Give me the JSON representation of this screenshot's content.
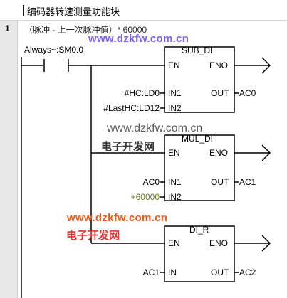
{
  "title": "编码器转速测量功能块",
  "network": {
    "number": "1",
    "comment": "（脉冲 - 上一次脉冲值）* 60000",
    "contact_label": "Always~:SM0.0"
  },
  "blocks": [
    {
      "name": "SUB_DI",
      "en": "EN",
      "eno": "ENO",
      "in1_label": "IN1",
      "in2_label": "IN2",
      "out_label": "OUT",
      "in1_operand": "#HC:LD0",
      "in2_operand": "#LastHC:LD12",
      "out_operand": "AC0"
    },
    {
      "name": "MUL_DI",
      "en": "EN",
      "eno": "ENO",
      "in1_label": "IN1",
      "in2_label": "IN2",
      "out_label": "OUT",
      "in1_operand": "AC0",
      "in2_operand": "+60000",
      "out_operand": "AC1"
    },
    {
      "name": "DI_R",
      "en": "EN",
      "eno": "ENO",
      "in_label": "IN",
      "out_label": "OUT",
      "in_operand": "AC1",
      "out_operand": "AC2"
    }
  ],
  "watermarks": {
    "url_1": "www.dzkfw.com.cn",
    "url_2": "www.dzkfw.com.cn",
    "cn_1": "电子开发网",
    "url_3": "www.dzkfw.com.cn",
    "cn_2": "电子开发网"
  },
  "colors": {
    "wire": "#000000",
    "constant_operand": "#6b7a1e",
    "background": "#ffffff",
    "gutter": "#e8e8e8"
  }
}
